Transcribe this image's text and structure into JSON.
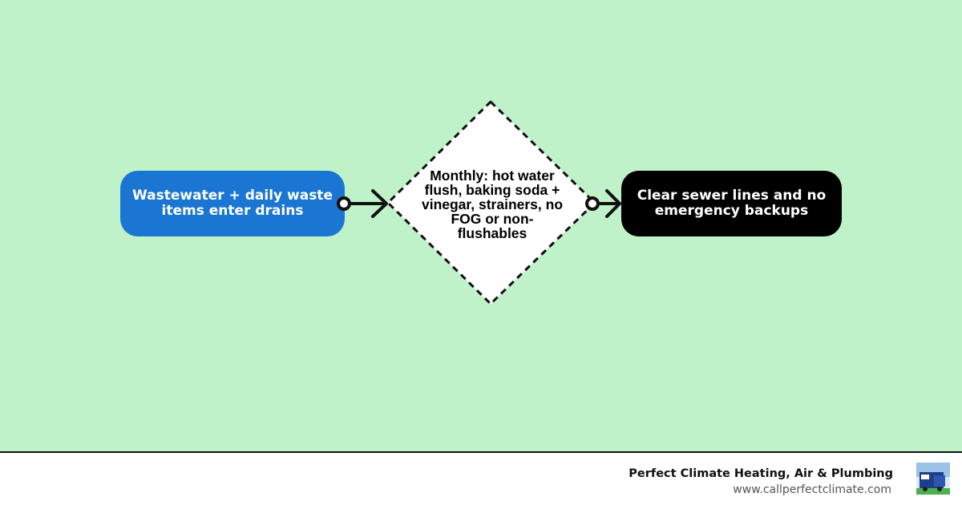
{
  "diagram": {
    "nodes": [
      {
        "id": "start",
        "shape": "rounded-rectangle",
        "label": "Wastewater + daily waste items enter drains",
        "fill": "#1a76d2"
      },
      {
        "id": "decision",
        "shape": "diamond",
        "label": "Monthly: hot water flush, baking soda + vinegar, strainers, no FOG or non-flushables",
        "fill": "#ffffff",
        "border": "dashed"
      },
      {
        "id": "end",
        "shape": "rounded-rectangle",
        "label": "Clear sewer lines and no emergency backups",
        "fill": "#000000"
      }
    ],
    "edges": [
      {
        "from": "start",
        "to": "decision"
      },
      {
        "from": "decision",
        "to": "end"
      }
    ]
  },
  "colors": {
    "background": "#c0f2c9",
    "start_fill": "#1a76d2",
    "end_fill": "#000000",
    "connector": "#111111"
  },
  "footer": {
    "company_name": "Perfect Climate Heating, Air & Plumbing",
    "url": "www.callperfectclimate.com",
    "logo_icon": "company-logo"
  }
}
